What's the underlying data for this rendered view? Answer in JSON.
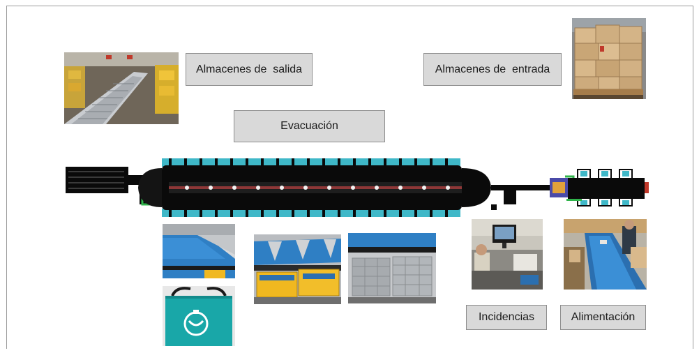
{
  "labels": {
    "outbound_warehouses": "Almacenes de  salida",
    "inbound_warehouses": "Almacenes de  entrada",
    "evacuation": "Evacuación",
    "incidents": "Incidencias",
    "feeding": "Alimentación"
  },
  "colors": {
    "label_fill": "#d9d9d9",
    "label_border": "#8c8c8c",
    "conveyor_black": "#0a0a0a",
    "chute_cyan": "#3fb8c8",
    "track_green": "#2fb34a",
    "bin_yellow": "#f0b820",
    "tote_blue": "#2b6fb0",
    "bag_teal": "#19a7a8"
  },
  "photos": [
    {
      "id": "outbound-warehouse-photo",
      "subject": "roller conveyor aisle with yellow racks"
    },
    {
      "id": "inbound-warehouse-photo",
      "subject": "palletized cardboard boxes"
    },
    {
      "id": "chute-photo",
      "subject": "blue sorter chutes"
    },
    {
      "id": "postal-bag-photo",
      "subject": "teal postal bag with Correos logo"
    },
    {
      "id": "yellow-bins-photo",
      "subject": "yellow bins under chutes"
    },
    {
      "id": "cage-containers-photo",
      "subject": "grey cage containers"
    },
    {
      "id": "incidents-station-photo",
      "subject": "operator station with monitor"
    },
    {
      "id": "feeding-station-photo",
      "subject": "induction conveyor with operators"
    }
  ]
}
